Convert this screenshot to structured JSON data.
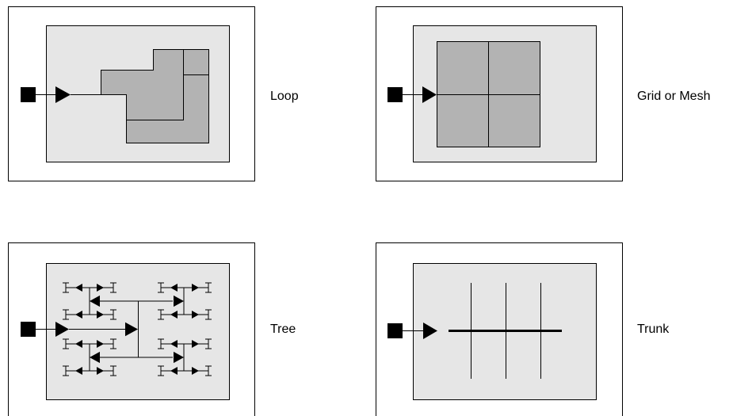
{
  "panels": {
    "loop": {
      "label": "Loop"
    },
    "grid": {
      "label": "Grid or Mesh"
    },
    "tree": {
      "label": "Tree"
    },
    "trunk": {
      "label": "Trunk"
    }
  }
}
